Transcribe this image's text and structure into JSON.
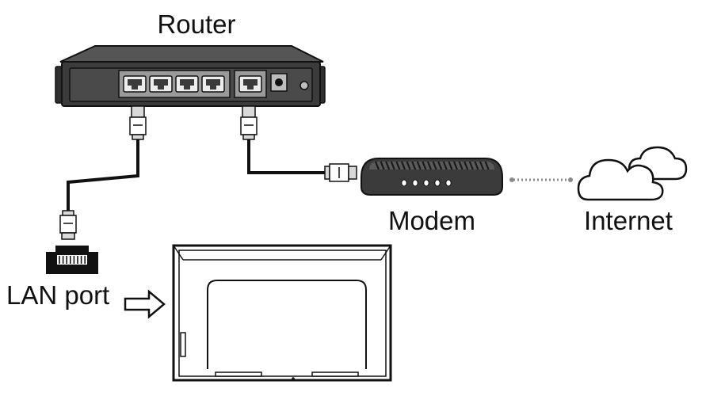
{
  "labels": {
    "router": "Router",
    "modem": "Modem",
    "internet": "Internet",
    "lan_port": "LAN port"
  },
  "colors": {
    "device_body": "#3b3b3b",
    "device_top": "#555555",
    "panel": "#9a9a9a",
    "cable": "#111111",
    "connector": "#d9d9d9",
    "dotted_link": "#8a8a8a"
  },
  "icons": {
    "router": "router-icon",
    "modem": "modem-icon",
    "cloud": "cloud-icon",
    "display": "display-icon",
    "lan_socket": "lan-socket-icon",
    "arrow": "arrow-right-icon"
  },
  "router": {
    "lan_ports": 4,
    "wan_ports": 1
  },
  "modem": {
    "indicator_lights": 5
  }
}
